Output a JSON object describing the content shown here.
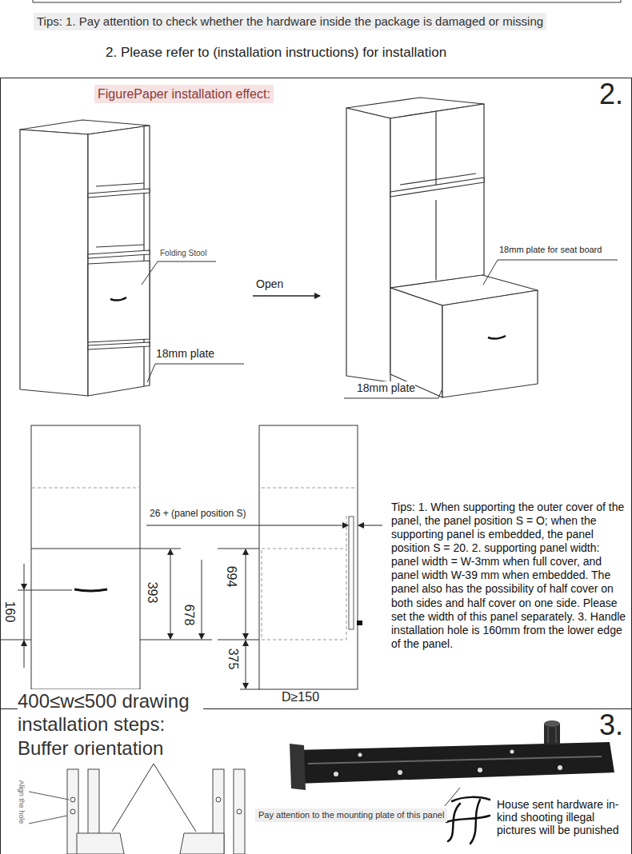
{
  "diagram": {
    "nodes": [
      {
        "text": [
          "2."
        ]
      },
      {
        "text": [
          "3."
        ]
      }
    ],
    "labels": [
      "Tips: 1. Pay attention to check whether the hardware inside the package is damaged or missing",
      "2. Please refer to (installation instructions) for installation",
      "FigurePaper installation effect:",
      "Folding Stool",
      "18mm plate",
      "Open",
      "18mm plate for seat board",
      "18mm plate",
      "26 + (panel position S)",
      "160",
      "393",
      "678",
      "694",
      "375",
      "D≥150",
      "Tips: 1. When supporting the outer cover of the panel, the panel position S = O; when the supporting panel is embedded, the panel position S = 20. 2. supporting panel width: panel width = W-3mm when full cover, and panel width W-39 mm when embedded. The panel also has the possibility of half cover on both sides and half cover on one side. Please set the width of this panel separately. 3. Handle installation hole is 160mm from the lower edge of the panel.",
      "400≤w≤500 drawing installation steps: Buffer orientation",
      "Align the hole",
      "Pay attention to the mounting plate of this panel",
      "House sent hardware in-kind shooting illegal pictures will be punished"
    ]
  }
}
